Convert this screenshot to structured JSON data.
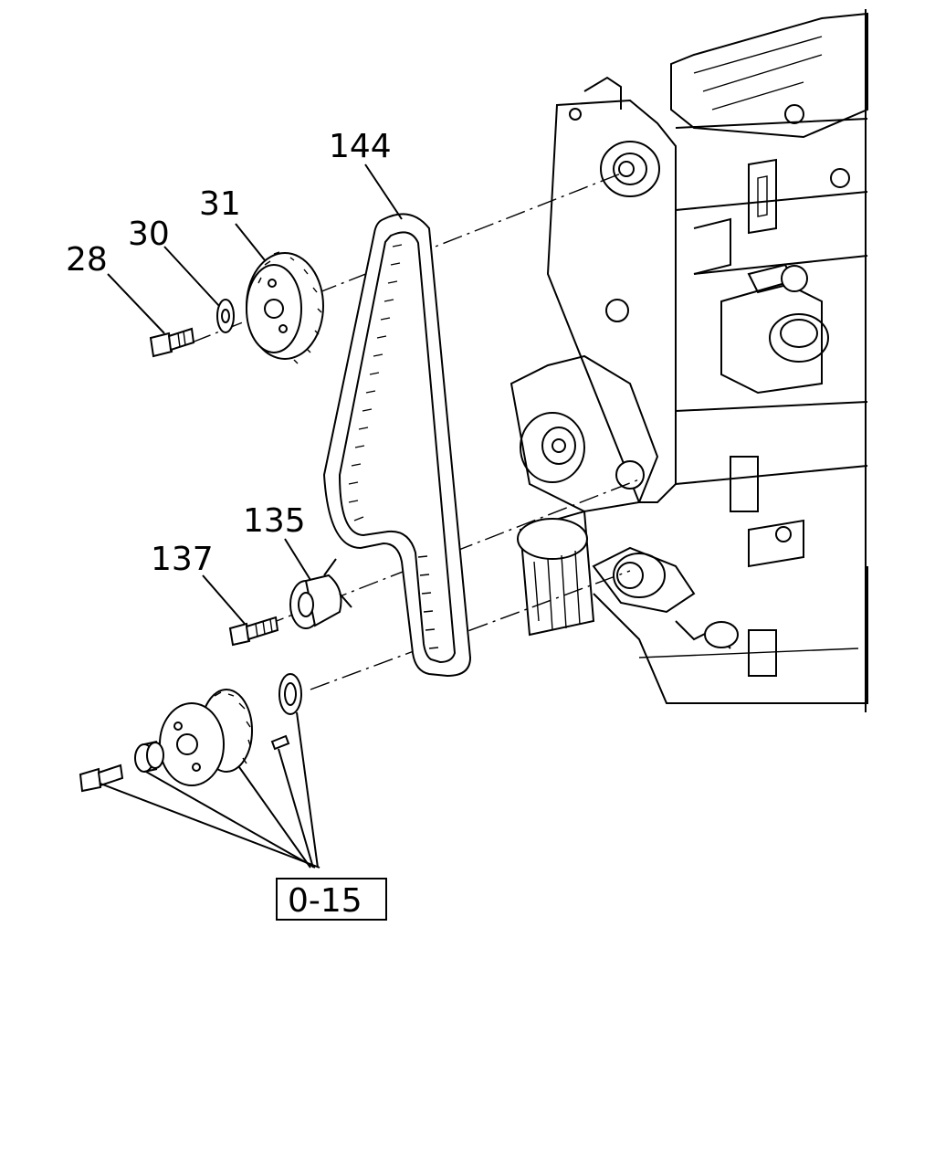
{
  "diagram": {
    "callouts": {
      "c144": "144",
      "c31": "31",
      "c30": "30",
      "c28": "28",
      "c135": "135",
      "c137": "137"
    },
    "reference_box": "0-15"
  }
}
